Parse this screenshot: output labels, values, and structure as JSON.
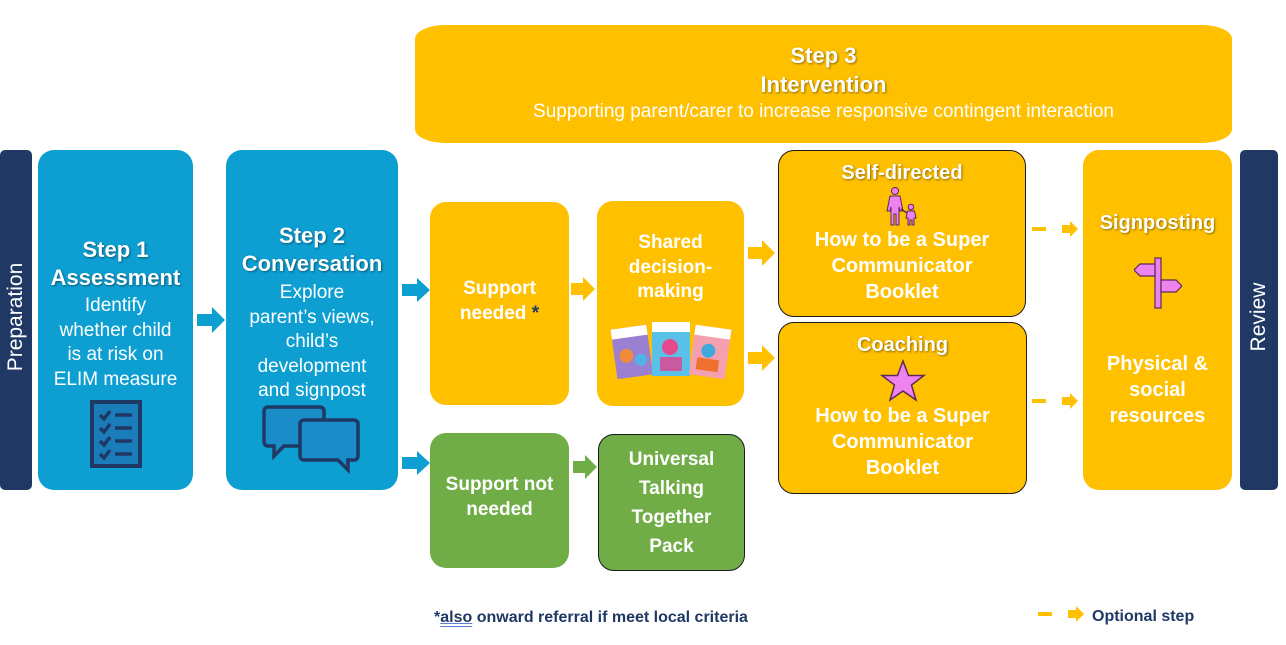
{
  "sidebars": {
    "left_label": "Preparation",
    "right_label": "Review"
  },
  "step1": {
    "title_line1": "Step 1",
    "title_line2": "Assessment",
    "desc_lines": [
      "Identify",
      "whether child",
      "is at risk on",
      "ELIM measure"
    ],
    "icon": "checklist-icon"
  },
  "step2": {
    "title_line1": "Step 2",
    "title_line2": "Conversation",
    "desc_lines": [
      "Explore",
      "parent’s views,",
      "child’s",
      "development",
      "and signpost"
    ],
    "icon": "speech-bubbles-icon"
  },
  "step3": {
    "title_line1": "Step 3",
    "title_line2": "Intervention",
    "subtitle": "Supporting parent/carer to increase responsive contingent interaction"
  },
  "support_needed": {
    "line1": "Support",
    "line2": "needed",
    "asterisk": "*"
  },
  "support_not_needed": {
    "line1": "Support not",
    "line2": "needed"
  },
  "shared_decision": {
    "lines": [
      "Shared",
      "decision-",
      "making"
    ],
    "image": "booklets-image"
  },
  "universal_pack": {
    "lines": [
      "Universal",
      "Talking",
      "Together",
      "Pack"
    ]
  },
  "self_directed": {
    "title": "Self-directed",
    "icon": "parent-child-icon",
    "lines": [
      "How to be a Super",
      "Communicator",
      "Booklet"
    ]
  },
  "coaching": {
    "title": "Coaching",
    "icon": "star-icon",
    "lines": [
      "How to be a Super",
      "Communicator",
      "Booklet"
    ]
  },
  "signposting": {
    "title": "Signposting",
    "icon": "signpost-icon",
    "lines": [
      "Physical &",
      "social",
      "resources"
    ]
  },
  "footnote": {
    "asterisk": "*",
    "underlined": "also",
    "rest": " onward referral if meet local criteria"
  },
  "legend": {
    "label": "Optional step"
  },
  "colors": {
    "blue": "#0d9fd2",
    "yellow": "#ffc000",
    "green": "#70ad47",
    "navy": "#203864",
    "pink": "#ee82ee",
    "text_dark": "#1f3864"
  }
}
